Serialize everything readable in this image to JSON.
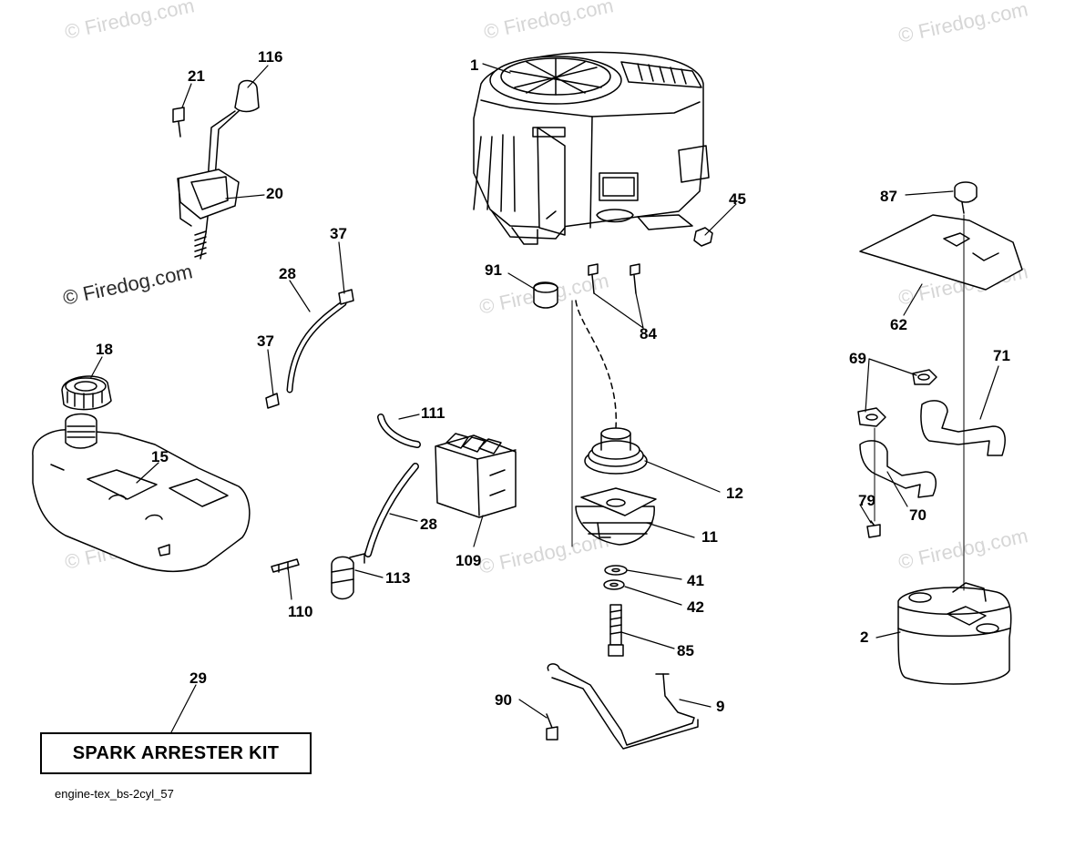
{
  "watermark": {
    "text": "© Firedog.com"
  },
  "parts": [
    {
      "number": "1"
    },
    {
      "number": "116"
    },
    {
      "number": "21"
    },
    {
      "number": "20"
    },
    {
      "number": "37"
    },
    {
      "number": "28"
    },
    {
      "number": "37"
    },
    {
      "number": "18"
    },
    {
      "number": "15"
    },
    {
      "number": "111"
    },
    {
      "number": "28"
    },
    {
      "number": "109"
    },
    {
      "number": "110"
    },
    {
      "number": "113"
    },
    {
      "number": "91"
    },
    {
      "number": "84"
    },
    {
      "number": "45"
    },
    {
      "number": "12"
    },
    {
      "number": "11"
    },
    {
      "number": "41"
    },
    {
      "number": "42"
    },
    {
      "number": "85"
    },
    {
      "number": "90"
    },
    {
      "number": "9"
    },
    {
      "number": "87"
    },
    {
      "number": "62"
    },
    {
      "number": "69"
    },
    {
      "number": "71"
    },
    {
      "number": "70"
    },
    {
      "number": "79"
    },
    {
      "number": "2"
    },
    {
      "number": "29"
    }
  ],
  "kit": {
    "label": "SPARK ARRESTER KIT"
  },
  "diagram_id": "engine-tex_bs-2cyl_57"
}
